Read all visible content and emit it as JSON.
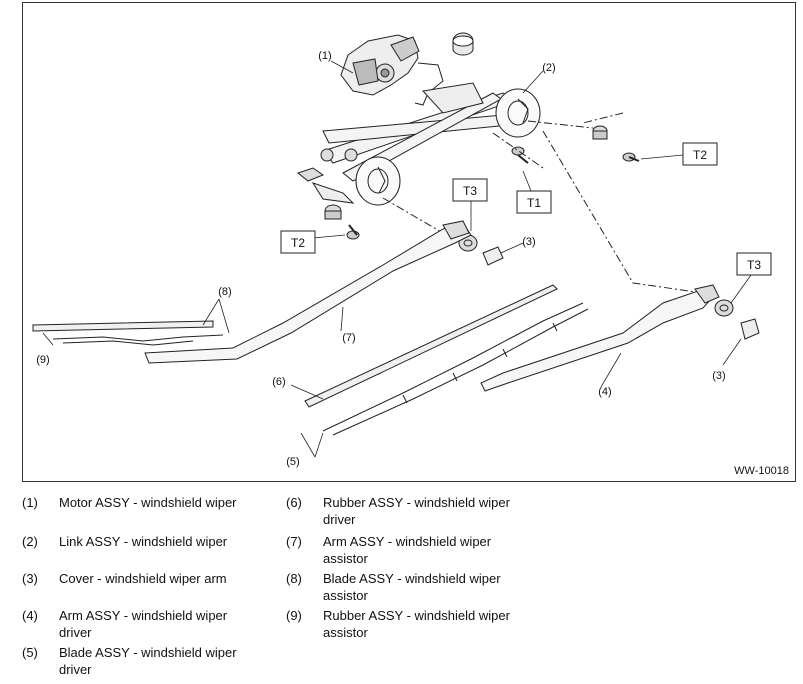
{
  "figure": {
    "id": "WW-10018",
    "callouts": [
      "(1)",
      "(2)",
      "(3)",
      "(3)",
      "(4)",
      "(5)",
      "(6)",
      "(7)",
      "(8)",
      "(9)"
    ],
    "torque_tags": [
      "T1",
      "T2",
      "T2",
      "T3",
      "T3"
    ]
  },
  "legend": {
    "items": [
      {
        "num": "(1)",
        "text": "Motor ASSY - windshield wiper"
      },
      {
        "num": "(2)",
        "text": "Link ASSY - windshield wiper"
      },
      {
        "num": "(3)",
        "text": "Cover - windshield wiper arm"
      },
      {
        "num": "(4)",
        "text": "Arm ASSY - windshield wiper",
        "text2": "driver"
      },
      {
        "num": "(5)",
        "text": "Blade ASSY - windshield wiper",
        "text2": "driver"
      },
      {
        "num": "(6)",
        "text": "Rubber ASSY - windshield wiper",
        "text2": "driver"
      },
      {
        "num": "(7)",
        "text": "Arm ASSY - windshield wiper",
        "text2": "assistor"
      },
      {
        "num": "(8)",
        "text": "Blade ASSY - windshield wiper",
        "text2": "assistor"
      },
      {
        "num": "(9)",
        "text": "Rubber ASSY - windshield wiper",
        "text2": "assistor"
      }
    ]
  }
}
